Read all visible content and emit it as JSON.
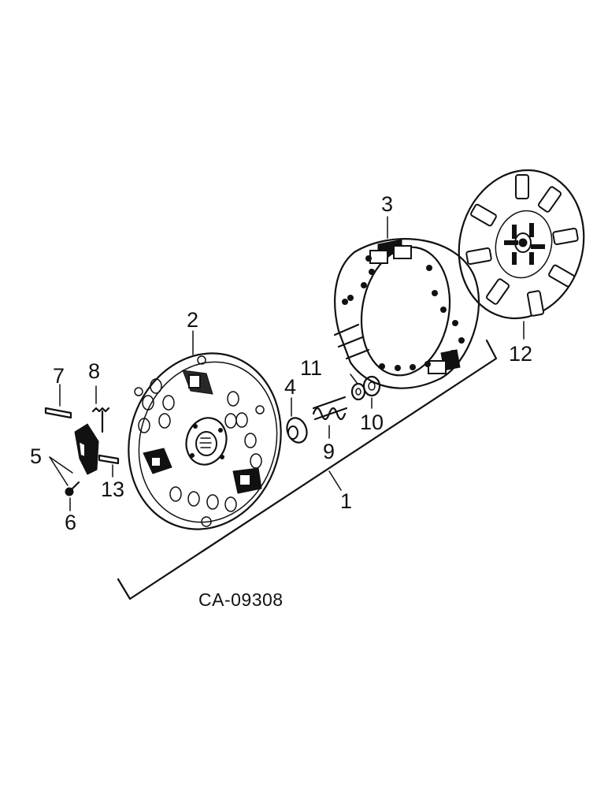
{
  "figure": {
    "code": "CA-09308",
    "callouts": {
      "c1": "1",
      "c2": "2",
      "c3": "3",
      "c4": "4",
      "c5": "5",
      "c6": "6",
      "c7": "7",
      "c8": "8",
      "c9": "9",
      "c10": "10",
      "c11": "11",
      "c12": "12",
      "c13": "13"
    }
  }
}
